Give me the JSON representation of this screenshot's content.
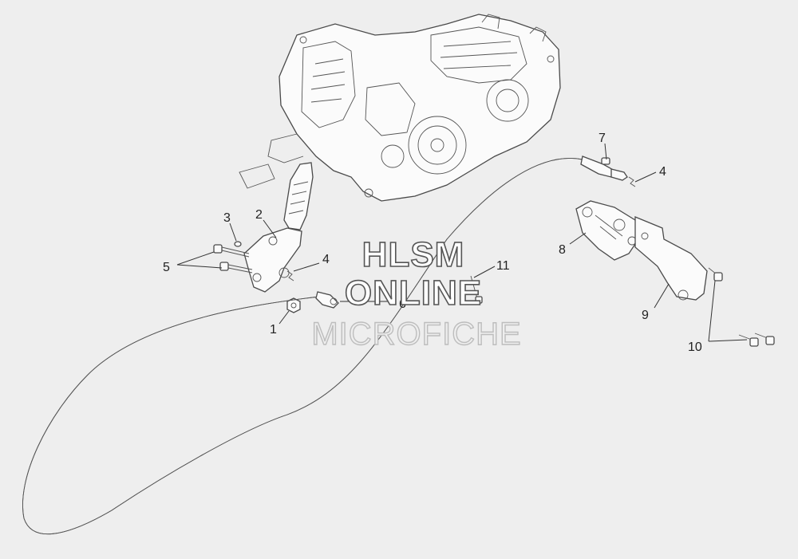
{
  "watermark": {
    "line1": "HLSM",
    "line2": "ONLINE",
    "line3": "MICROFICHE"
  },
  "callouts": [
    {
      "id": "c1",
      "label": "1"
    },
    {
      "id": "c2",
      "label": "2"
    },
    {
      "id": "c3",
      "label": "3"
    },
    {
      "id": "c4a",
      "label": "4"
    },
    {
      "id": "c4b",
      "label": "4"
    },
    {
      "id": "c5",
      "label": "5"
    },
    {
      "id": "c6",
      "label": "6"
    },
    {
      "id": "c7",
      "label": "7"
    },
    {
      "id": "c8",
      "label": "8"
    },
    {
      "id": "c9",
      "label": "9"
    },
    {
      "id": "c10",
      "label": "10"
    },
    {
      "id": "c11",
      "label": "11"
    }
  ],
  "colors": {
    "background": "#eeeeee",
    "linework": "#4a4a4a",
    "watermark_outline": "#555555"
  }
}
